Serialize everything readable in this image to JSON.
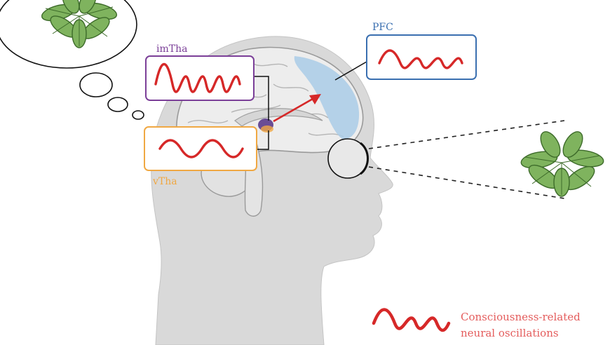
{
  "labels": {
    "imtha": "imTha",
    "vtha": "vTha",
    "pfc": "PFC"
  },
  "legend": {
    "text_line1": "Consciousness-related",
    "text_line2": "neural oscillations"
  },
  "colors": {
    "imtha": "#7b3f98",
    "vtha": "#f0a843",
    "pfc": "#3a6fb0",
    "wave": "#d62828",
    "legend_text": "#e45c5c",
    "head": "#d9d9d9",
    "brain": "#ededed",
    "pfc_region": "#a9cbe6",
    "leaf": "#7fb35e",
    "leaf_dark": "#3d6b2a"
  },
  "icons": {
    "thought_bubble": "thought-bubble-icon",
    "plant": "plant-icon",
    "eye": "eye-icon"
  }
}
